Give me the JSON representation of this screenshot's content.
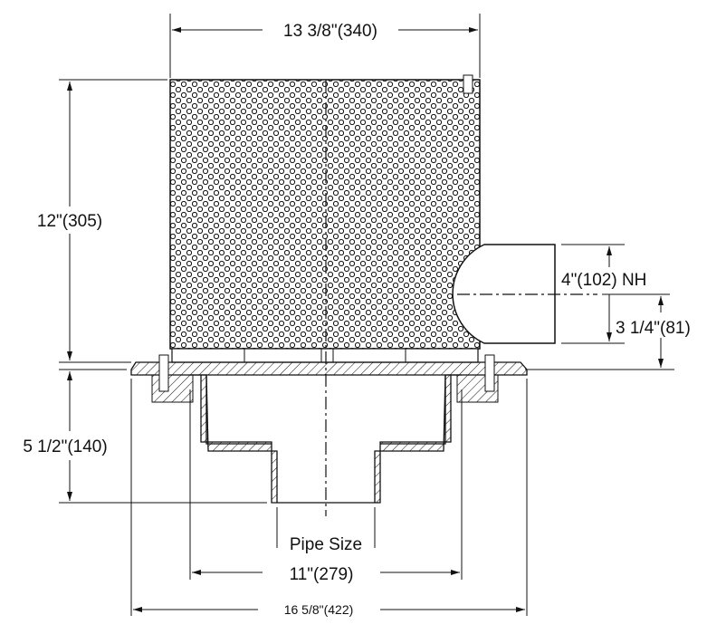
{
  "drawing": {
    "dimensions": {
      "top_width": "13 3/8\"(340)",
      "basket_height": "12\"(305)",
      "outlet_size": "4\"(102) NH",
      "outlet_height": "3 1/4\"(81)",
      "body_depth": "5 1/2\"(140)",
      "pipe_size": "Pipe Size",
      "body_width": "11\"(279)",
      "flange_width": "16 5/8\"(422)"
    },
    "colors": {
      "line": "#111111",
      "background": "#ffffff"
    }
  }
}
